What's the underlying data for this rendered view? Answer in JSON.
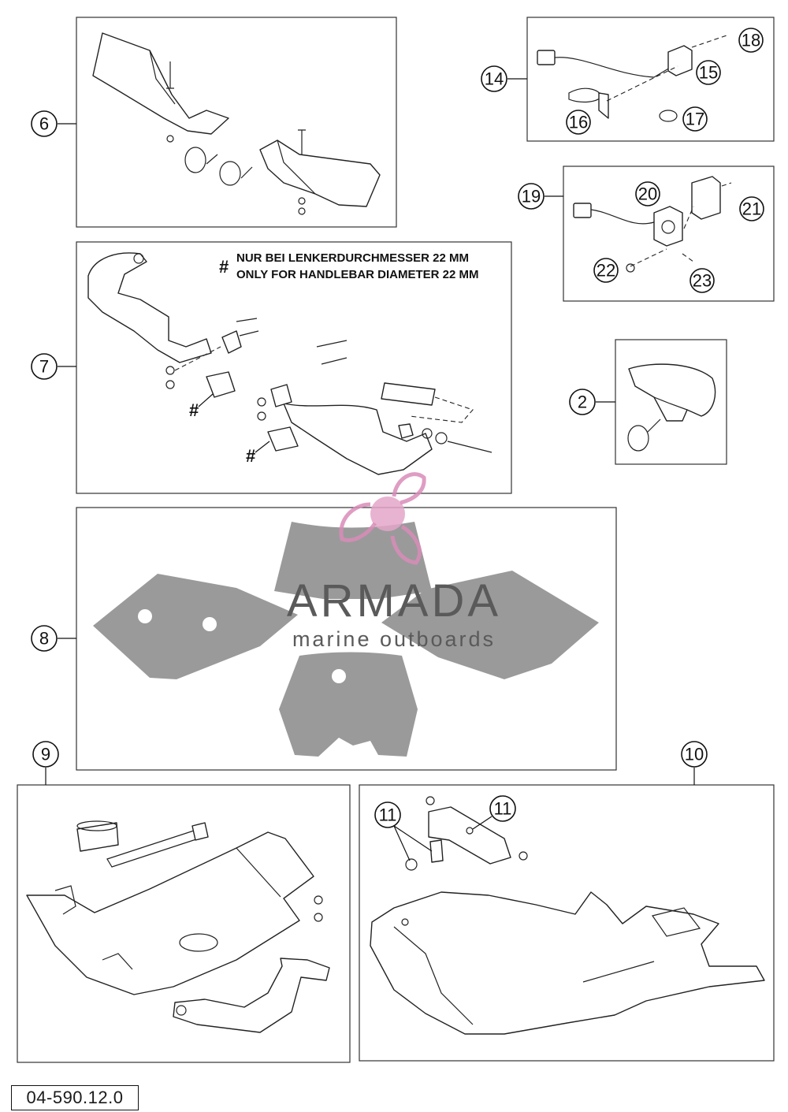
{
  "reference_number": "04-590.12.0",
  "note": {
    "symbol": "#",
    "line_de": "NUR BEI LENKERDURCHMESSER 22 MM",
    "line_en": "ONLY FOR HANDLEBAR DIAMETER 22 MM"
  },
  "watermark": {
    "title": "ARMADA",
    "subtitle": "marine outboards"
  },
  "callouts": {
    "c6": "6",
    "c7": "7",
    "c8": "8",
    "c9": "9",
    "c10": "10",
    "c2": "2",
    "c14": "14",
    "c15": "15",
    "c16": "16",
    "c17": "17",
    "c18": "18",
    "c19": "19",
    "c20": "20",
    "c21": "21",
    "c22": "22",
    "c23": "23",
    "c11a": "11",
    "c11b": "11"
  },
  "hash_marks": [
    "#",
    "#"
  ]
}
